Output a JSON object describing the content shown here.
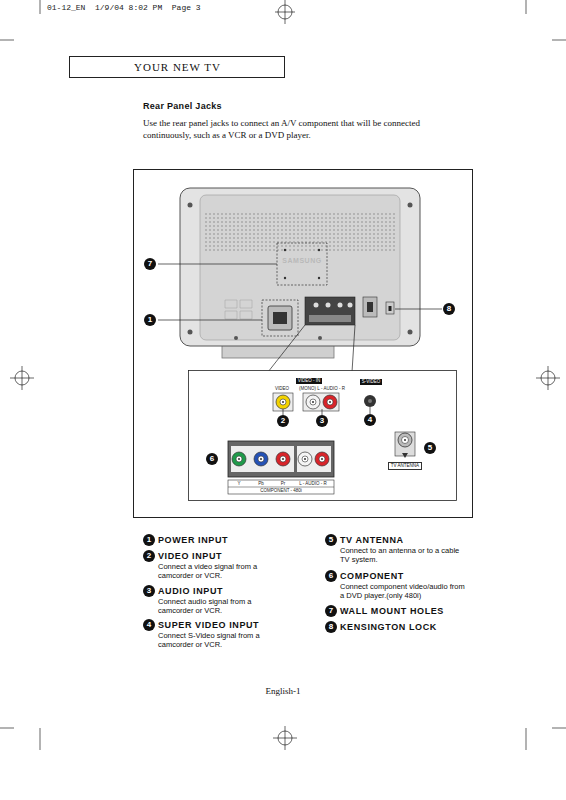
{
  "diagram": {
    "title": "Rear Panel Jacks",
    "nodes": [
      {
        "text": [
          "YOUR NEW TV"
        ]
      }
    ],
    "labels": [
      "01-12_EN  1/9/04 8:02 PM  Page 3",
      "Use the rear panel jacks to connect an A/V component that will be connected continuously, such as a VCR or a DVD player.",
      "SAMSUNG",
      "7",
      "1",
      "8",
      "VIDEO - IN",
      "VIDEO",
      "(MONO) L - AUDIO - R",
      "S-VIDEO",
      "2",
      "3",
      "4",
      "5",
      "TV ANTENNA",
      "6",
      "Y",
      "Pb",
      "Pr",
      "L - AUDIO - R",
      "COMPONENT - 480i",
      "1",
      "POWER INPUT",
      "2",
      "VIDEO INPUT",
      "Connect a video signal from a camcorder or VCR.",
      "3",
      "AUDIO INPUT",
      "Connect audio signal from a camcorder or VCR.",
      "4",
      "SUPER VIDEO INPUT",
      "Connect S-Video signal from a camcorder or VCR.",
      "5",
      "TV ANTENNA",
      "Connect to an antenna or to a cable TV system.",
      "6",
      "COMPONENT",
      "Connect component video/audio from a DVD player.(only 480i)",
      "7",
      "WALL MOUNT HOLES",
      "8",
      "KENSINGTON LOCK",
      "English-1"
    ]
  }
}
